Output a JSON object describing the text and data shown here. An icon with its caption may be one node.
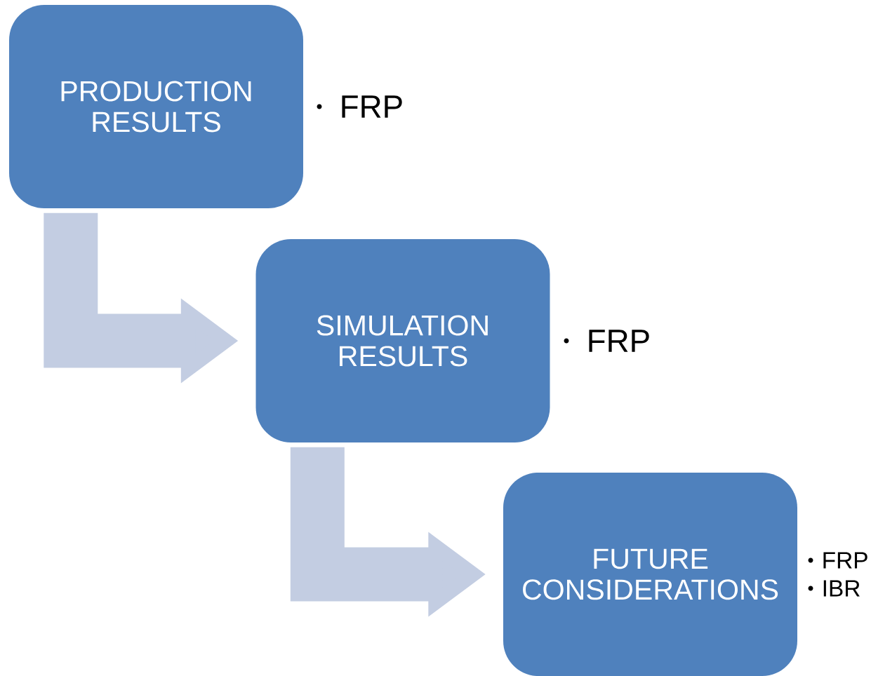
{
  "diagram": {
    "nodes": [
      {
        "text": [
          "PRODUCTION RESULTS"
        ],
        "beside": [
          "FRP"
        ]
      },
      {
        "text": [
          "SIMULATION RESULTS"
        ],
        "beside": [
          "FRP"
        ]
      },
      {
        "text": [
          "FUTURE CONSIDERATIONS"
        ],
        "beside": [
          "FRP",
          "IBR"
        ]
      }
    ],
    "edges": [
      {
        "from": 0,
        "to": 1,
        "arrow": "to"
      },
      {
        "from": 1,
        "to": 2,
        "arrow": "to"
      }
    ]
  }
}
